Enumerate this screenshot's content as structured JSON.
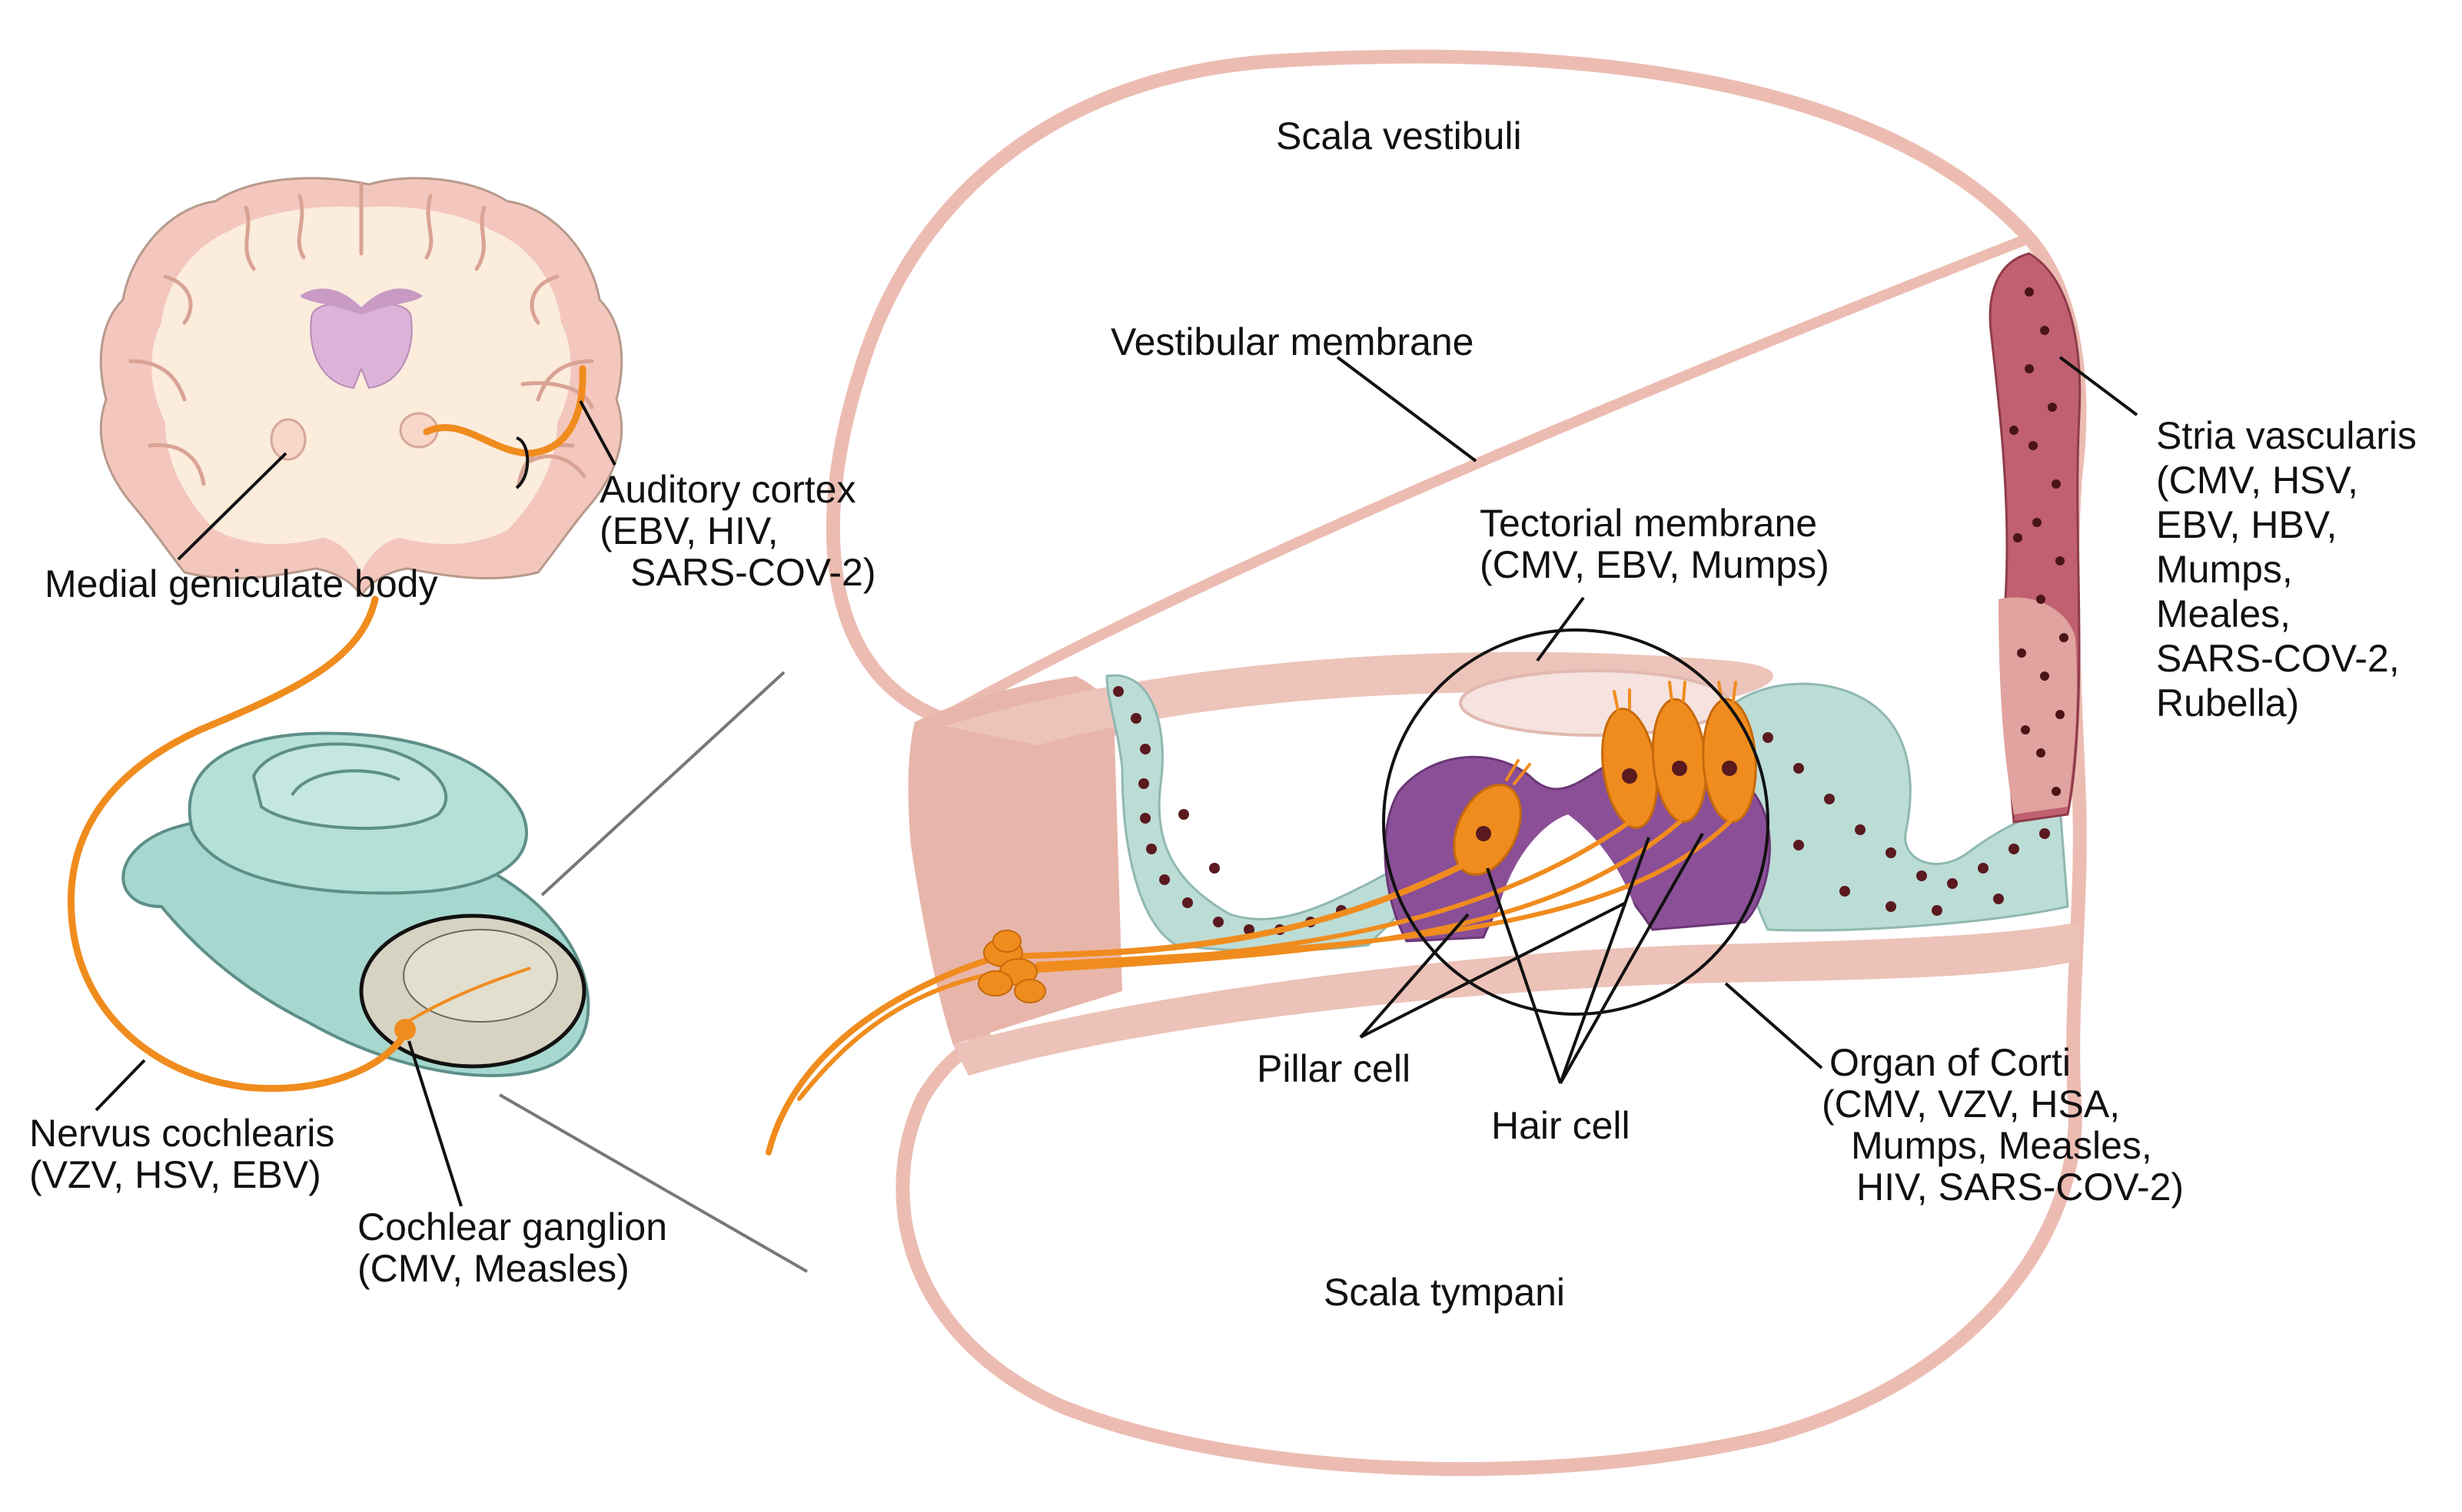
{
  "labels": {
    "scala_vestibuli": "Scala vestibuli",
    "vestibular_membrane": "Vestibular membrane",
    "tectorial_membrane": [
      "Tectorial membrane",
      "(CMV, EBV, Mumps)"
    ],
    "stria_vascularis": [
      "Stria vascularis",
      "(CMV, HSV,",
      "EBV, HBV,",
      "Mumps,",
      "Meales,",
      "SARS-COV-2,",
      "Rubella)"
    ],
    "auditory_cortex": [
      "Auditory cortex",
      "(EBV, HIV,",
      "SARS-COV-2)"
    ],
    "medial_geniculate_body": "Medial geniculate body",
    "nervus_cochlearis": [
      "Nervus cochlearis",
      "(VZV, HSV, EBV)"
    ],
    "cochlear_ganglion": [
      "Cochlear ganglion",
      "(CMV, Measles)"
    ],
    "pillar_cell": "Pillar cell",
    "hair_cell": "Hair cell",
    "organ_of_corti": [
      "Organ of Corti",
      "(CMV, VZV, HSA,",
      "Mumps, Measles,",
      "HIV, SARS-COV-2)"
    ],
    "scala_tympani": "Scala tympani"
  },
  "colors": {
    "membrane_pink": "#ecbcb2",
    "tissue_pink": "#e8b5aa",
    "nerve_orange": "#f08c1e",
    "cochlea_teal": "#a6d8cf",
    "support_cell_teal": "#bcdcd6",
    "pillar_purple": "#8a4f96",
    "brain_cortex": "#f3c7bd",
    "brain_white_matter": "#fbecdc",
    "thalamus_purple": "#dcb2d8",
    "stria_red": "#c06070",
    "nucleus_dark": "#5a1a1f",
    "leader_line": "#111111"
  }
}
